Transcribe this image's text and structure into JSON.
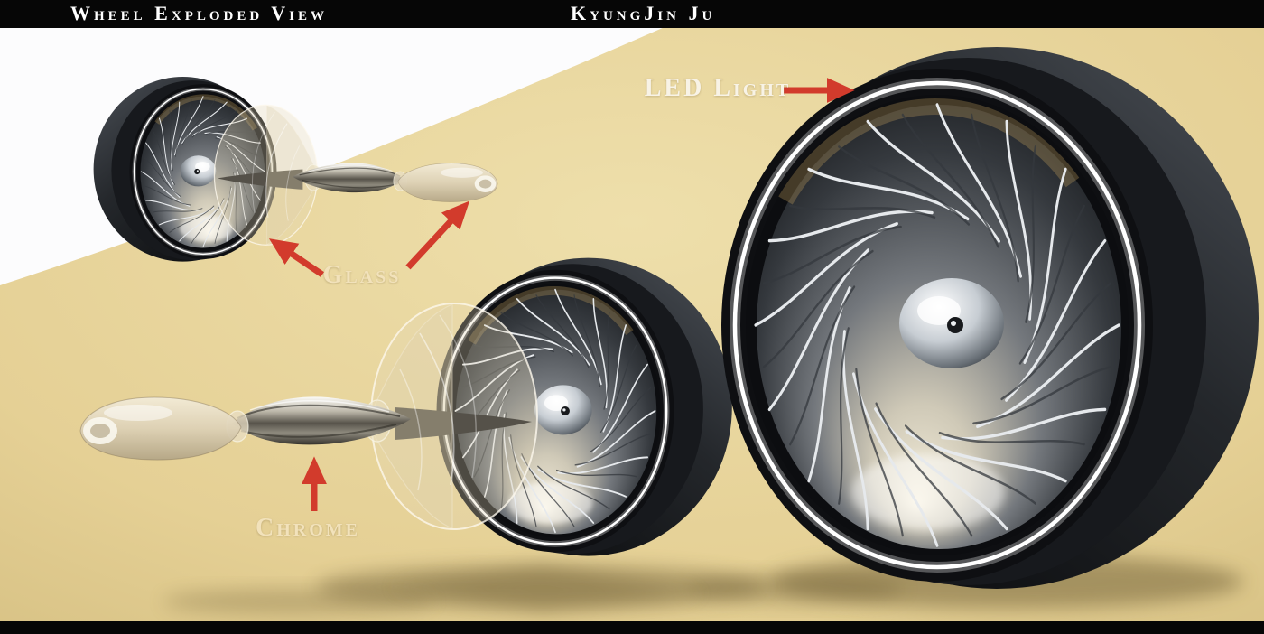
{
  "header": {
    "title": "Wheel Exploded View",
    "author": "KyungJin Ju"
  },
  "annotations": {
    "led": "LED Light",
    "glass": "Glass",
    "chrome": "Chrome"
  },
  "colors": {
    "background_sand": "#e7d29a",
    "backdrop_white": "#fcfcfd",
    "bar_black": "#060606",
    "arrow_red": "#d23b2c",
    "label_cream": "#f2e2bb",
    "led_ring_white": "#ffffff",
    "tire_dark": "#1a1d21",
    "chrome_metal": "#beb9ab",
    "glass_tint": "#ddd1b6"
  }
}
